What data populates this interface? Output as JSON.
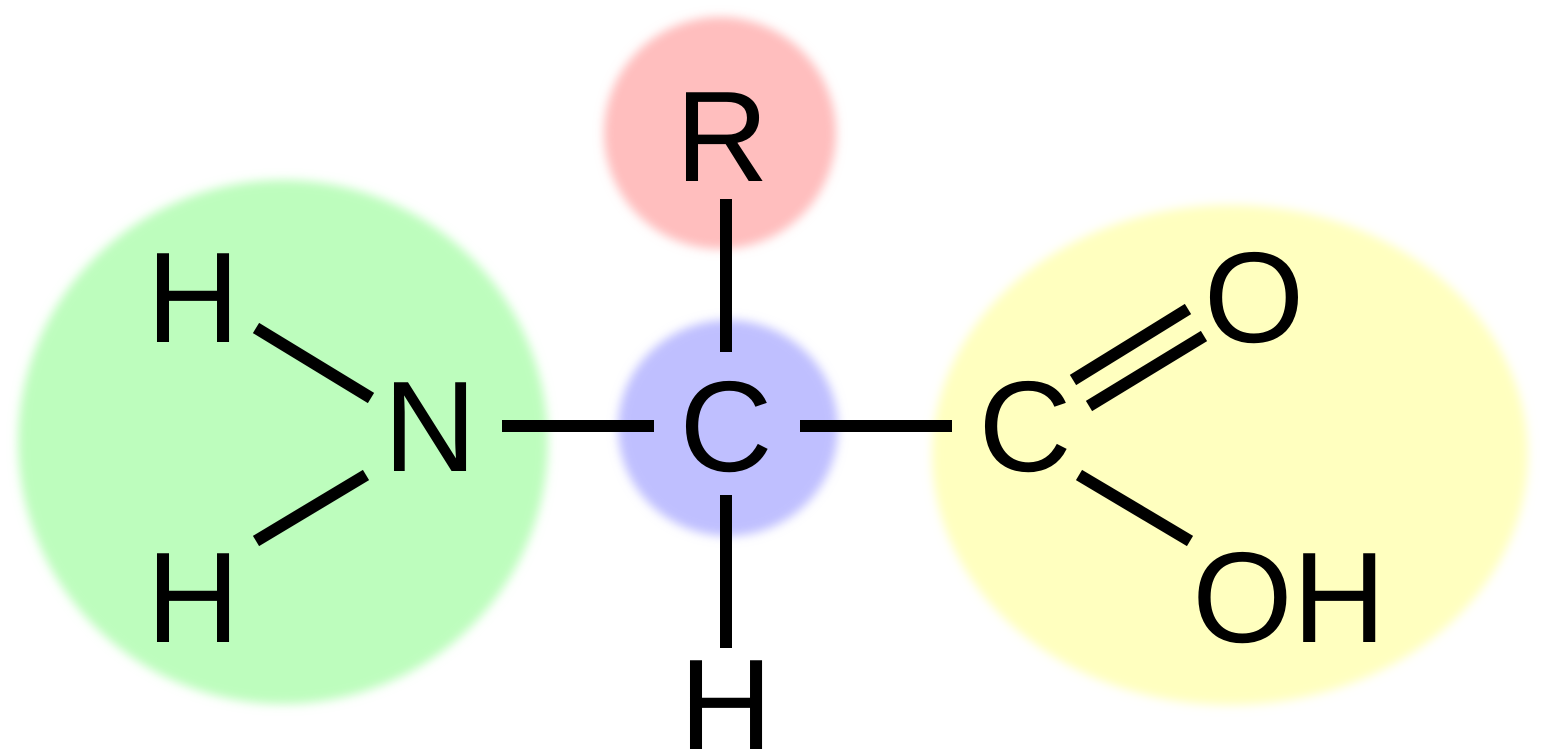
{
  "colors": {
    "background": "#ffffff",
    "ink": "#000000",
    "amine_group": "#bdfdbd",
    "side_chain": "#ffbebe",
    "alpha_carbon": "#bfbfff",
    "carboxyl_group": "#ffffbf"
  },
  "atoms": {
    "amine_h_top": "H",
    "amine_h_bottom": "H",
    "nitrogen": "N",
    "side_chain": "R",
    "alpha_carbon": "C",
    "alpha_hydrogen": "H",
    "carboxyl_carbon": "C",
    "carbonyl_oxygen": "O",
    "hydroxyl": "OH"
  }
}
